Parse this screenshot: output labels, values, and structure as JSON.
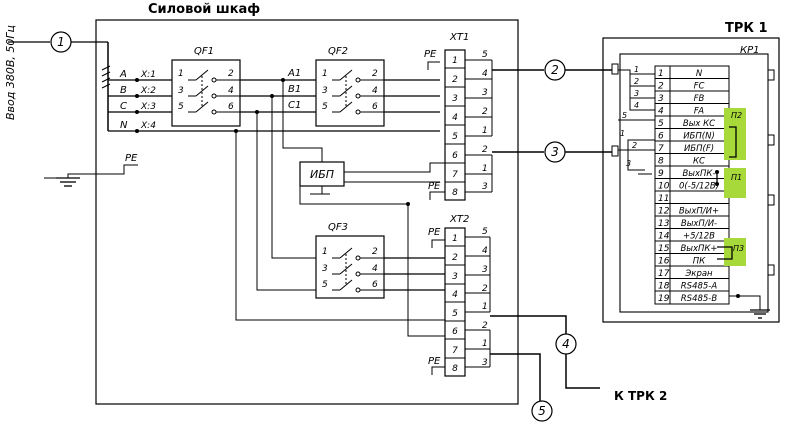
{
  "cabinet_title": "Силовой шкаф",
  "trk1_title": "ТРК 1",
  "trk2_label": "К ТРК 2",
  "input_label": "Ввод 380В, 50Гц",
  "pe": "PE",
  "ups": "ИБП",
  "breakers": [
    "QF1",
    "QF2",
    "QF3"
  ],
  "breaker_pins": [
    "1",
    "2",
    "3",
    "4",
    "5",
    "6"
  ],
  "phase_labels": [
    "A",
    "B",
    "C",
    "N"
  ],
  "x_labels": [
    "X:1",
    "X:2",
    "X:3",
    "X:4"
  ],
  "out_labels": [
    "A1",
    "B1",
    "C1"
  ],
  "xt1": {
    "name": "XT1",
    "pins": [
      "1",
      "2",
      "3",
      "4",
      "5",
      "6",
      "7",
      "8"
    ],
    "groupA": [
      "5",
      "4",
      "3",
      "2",
      "1"
    ],
    "groupB": [
      "2",
      "1",
      "3"
    ]
  },
  "xt2": {
    "name": "XT2",
    "pins": [
      "1",
      "2",
      "3",
      "4",
      "5",
      "6",
      "7",
      "8"
    ],
    "groupA": [
      "5",
      "4",
      "3",
      "2",
      "1"
    ],
    "groupB": [
      "2",
      "1",
      "3"
    ]
  },
  "callouts": [
    "1",
    "2",
    "3",
    "4",
    "5"
  ],
  "kp1": {
    "name": "КР1",
    "rows": [
      {
        "n": "1",
        "label": "N"
      },
      {
        "n": "2",
        "label": "FC"
      },
      {
        "n": "3",
        "label": "FB"
      },
      {
        "n": "4",
        "label": "FA"
      },
      {
        "n": "5",
        "label": "Вых КС"
      },
      {
        "n": "6",
        "label": "ИБП(N)"
      },
      {
        "n": "7",
        "label": "ИБП(F)"
      },
      {
        "n": "8",
        "label": "КС"
      },
      {
        "n": "9",
        "label": "ВыхПК-"
      },
      {
        "n": "10",
        "label": "0(-5/12В)"
      },
      {
        "n": "11",
        "label": ""
      },
      {
        "n": "12",
        "label": "ВыхП/И+"
      },
      {
        "n": "13",
        "label": "ВыхП/И-"
      },
      {
        "n": "14",
        "label": "+5/12В"
      },
      {
        "n": "15",
        "label": "ВыхПК+"
      },
      {
        "n": "16",
        "label": "ПК"
      },
      {
        "n": "17",
        "label": "Экран"
      },
      {
        "n": "18",
        "label": "RS485-A"
      },
      {
        "n": "19",
        "label": "RS485-B"
      }
    ],
    "left_nums": [
      "1",
      "2",
      "3",
      "4",
      "5",
      "1",
      "2",
      "3"
    ]
  },
  "jumpers": [
    "П2",
    "П1",
    "П3"
  ],
  "colors": {
    "highlight": "#a8d93a",
    "line": "#000000"
  }
}
